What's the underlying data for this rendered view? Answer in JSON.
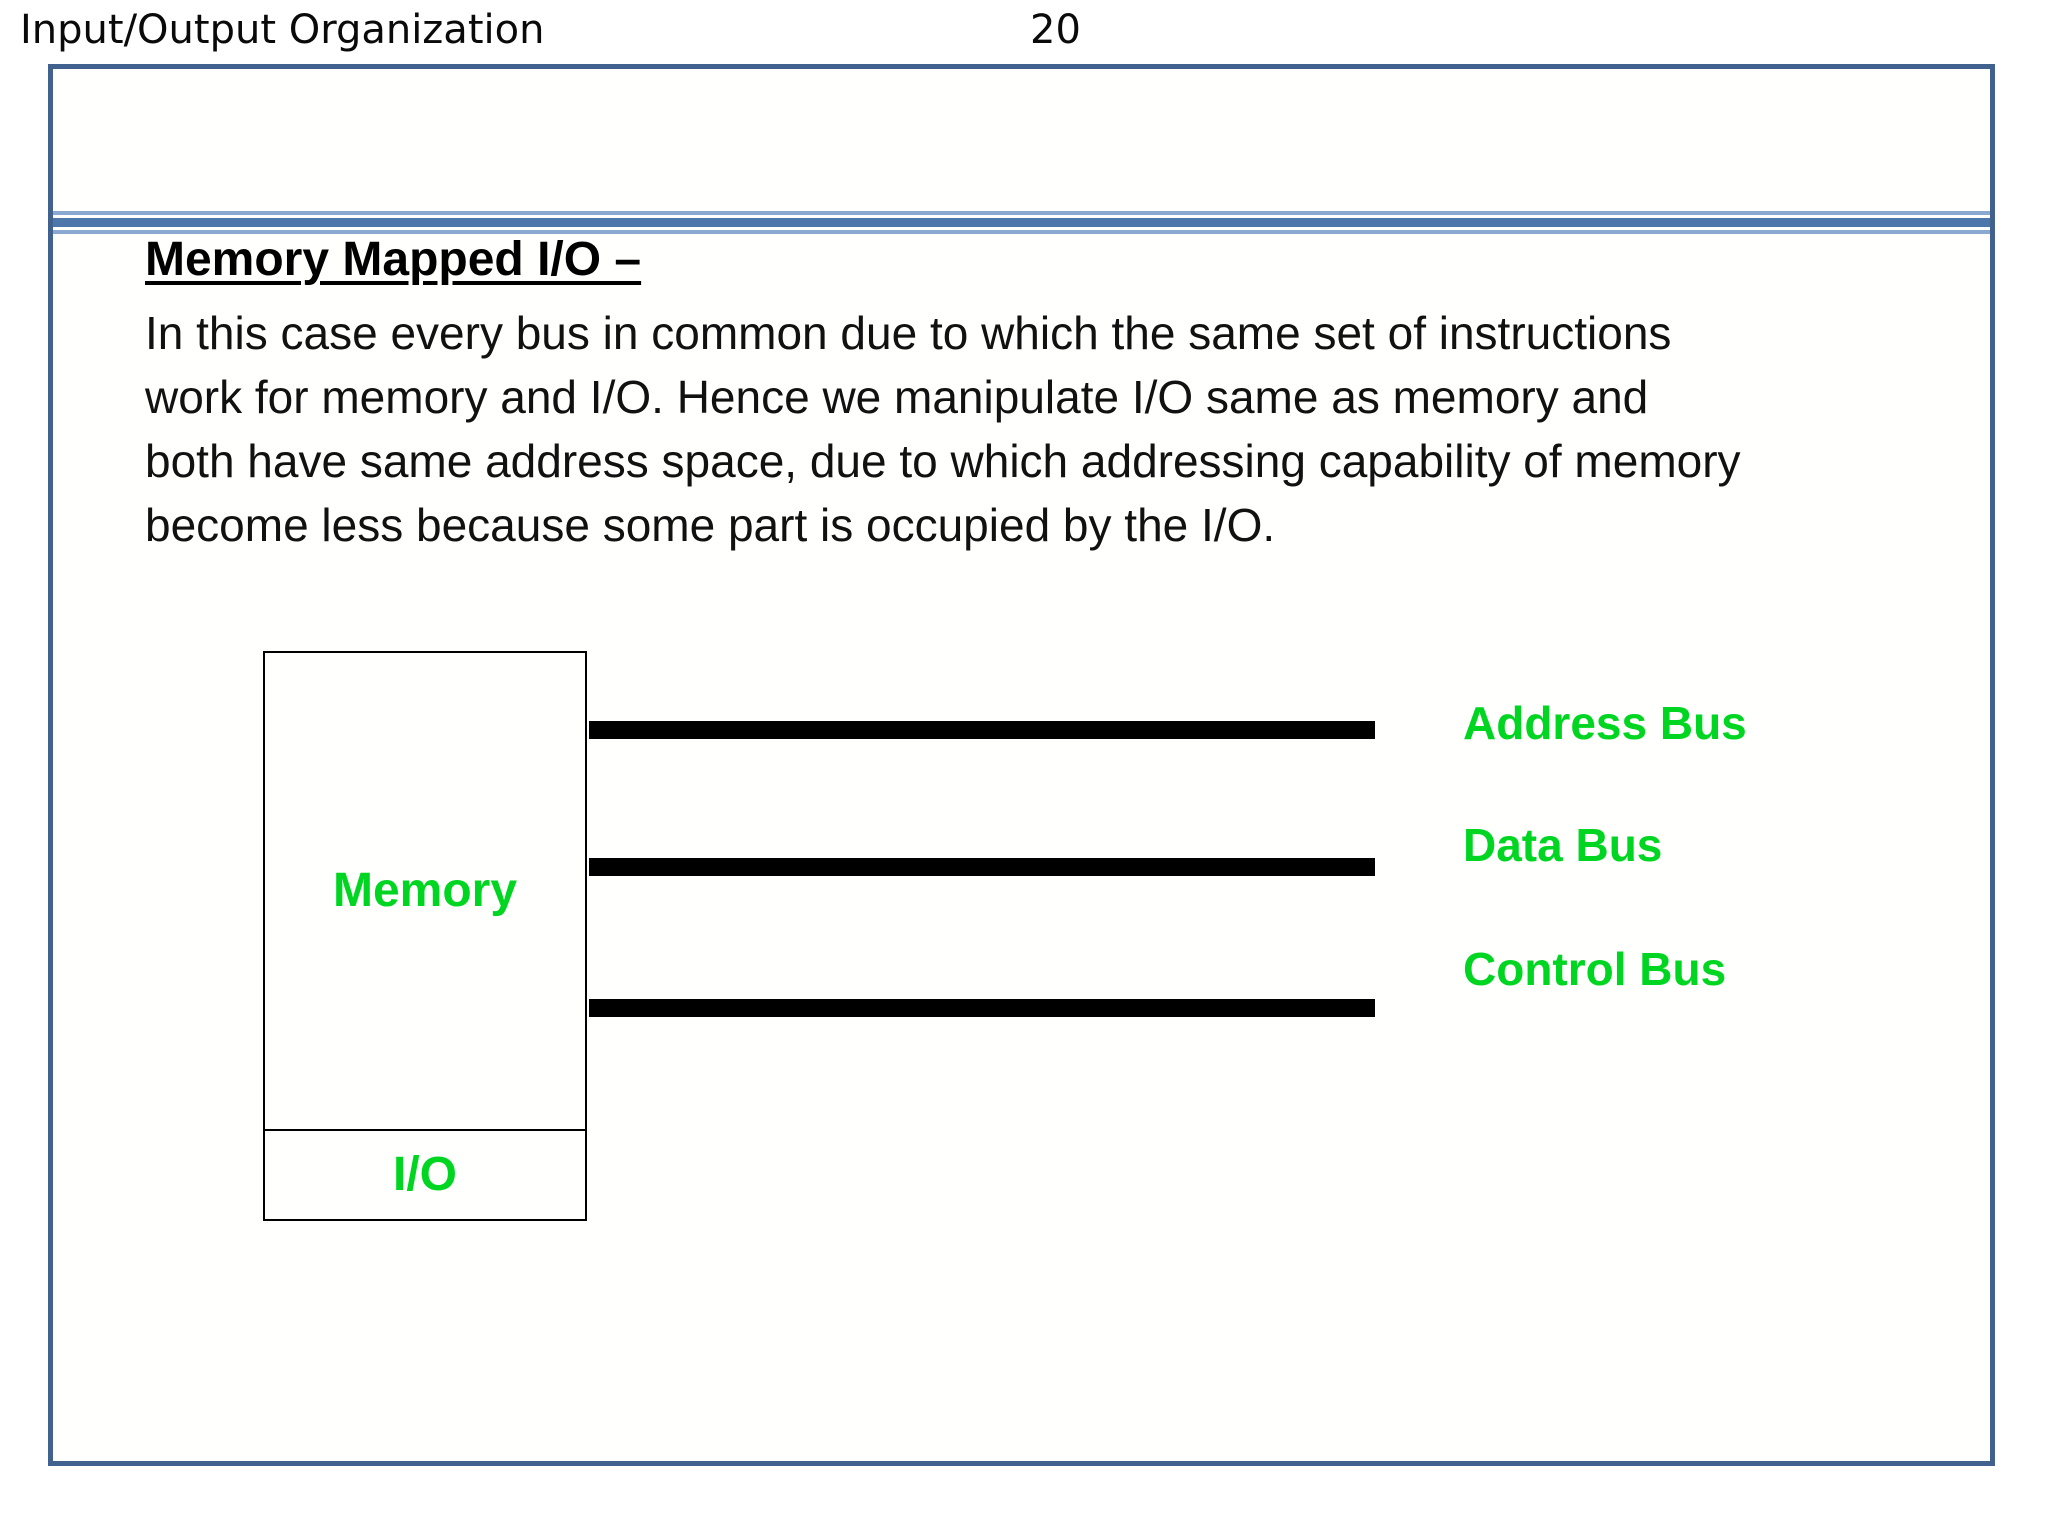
{
  "header": {
    "title": "Input/Output Organization",
    "page_number": "20"
  },
  "content": {
    "heading": "Memory Mapped I/O –",
    "paragraph_lines": [
      "In this case every bus in common due to which the same set of instructions",
      "work for memory and I/O. Hence we manipulate I/O same as memory and",
      "both have same address space, due to which addressing capability of memory",
      "become less because some part is occupied by the I/O."
    ]
  },
  "diagram": {
    "memory_label": "Memory",
    "io_label": "I/O",
    "buses": [
      {
        "label": "Address Bus"
      },
      {
        "label": "Data Bus"
      },
      {
        "label": "Control Bus"
      }
    ]
  },
  "colors": {
    "green": "#00d622",
    "border_blue": "#41618f",
    "rule_thick": "#4d76aa",
    "rule_thin": "#8aa9d1",
    "bus_black": "#000000"
  }
}
